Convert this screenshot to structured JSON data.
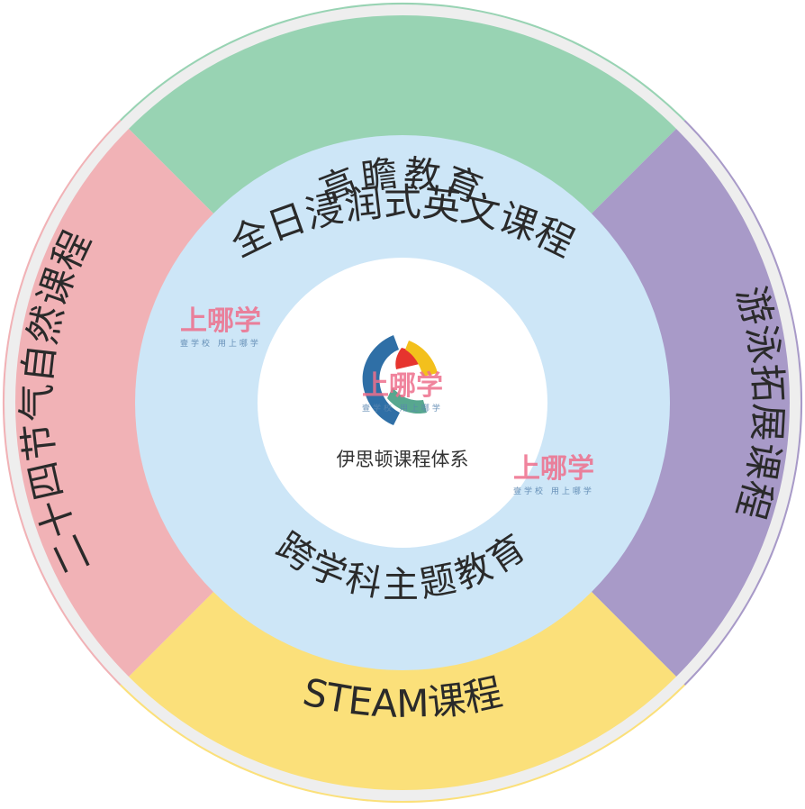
{
  "outer_ring": {
    "top": "全日浸润式英文课程",
    "right": "游泳拓展课程",
    "bottom": "STEAM课程",
    "left": "二十四节气自然课程"
  },
  "inner_ring": {
    "top": "高瞻教育",
    "bottom": "跨学科主题教育"
  },
  "center": {
    "title": "伊思顿课程体系"
  },
  "watermark": {
    "main": "上哪学",
    "sub": "壹学校 用上哪学"
  },
  "colors": {
    "top": "#98d3b3",
    "right": "#a89ac8",
    "bottom": "#fbe07a",
    "left": "#f1b2b6",
    "inner_ring": "#cde6f7",
    "center": "#ffffff",
    "rim": "#e6e6e6"
  }
}
